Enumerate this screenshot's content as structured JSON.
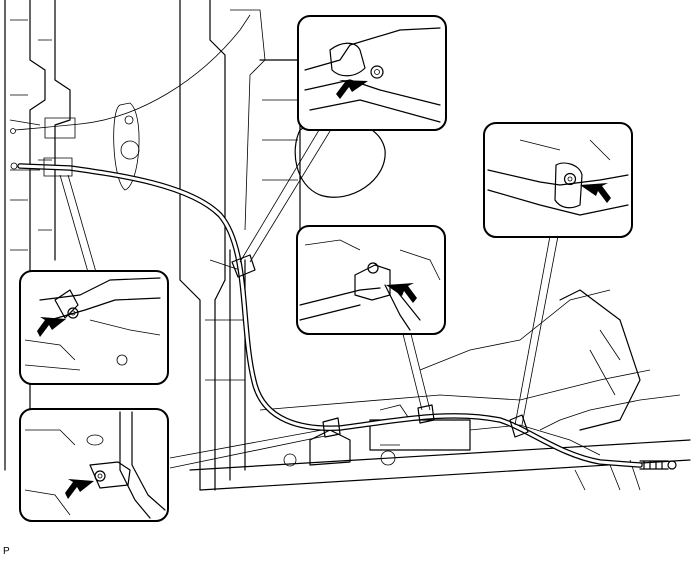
{
  "figure": {
    "code": "P",
    "colors": {
      "line": "#000000",
      "background": "#ffffff"
    },
    "detail_views": [
      {
        "id": "upper-clamp",
        "icon": "bolt-arrow-icon"
      },
      {
        "id": "right-clamp",
        "icon": "bolt-arrow-icon"
      },
      {
        "id": "middle-clamp",
        "icon": "bolt-arrow-icon"
      },
      {
        "id": "left-clamp",
        "icon": "bolt-arrow-icon"
      },
      {
        "id": "lower-left-clamp",
        "icon": "bolt-arrow-icon"
      }
    ]
  }
}
